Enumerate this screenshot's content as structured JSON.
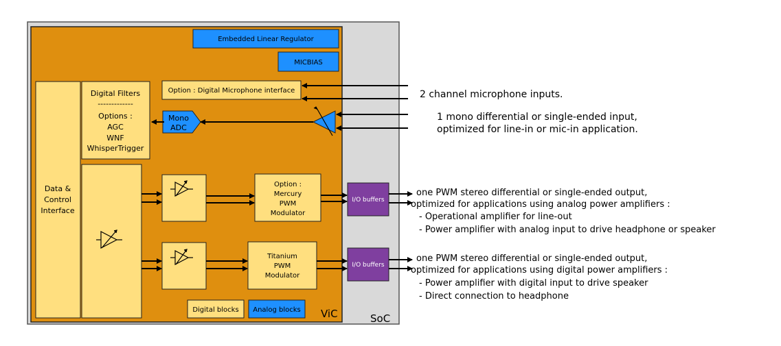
{
  "soc": {
    "label": "SoC"
  },
  "vic": {
    "label": "ViC"
  },
  "blocks": {
    "regulator": "Embedded Linear Regulator",
    "micbias": "MICBIAS",
    "dmic": "Option : Digital Microphone interface",
    "digital_filters": {
      "title": "Digital Filters",
      "separator": "-------------",
      "options": "Options :",
      "agc": "AGC",
      "wnf": "WNF",
      "whisper": "WhisperTrigger"
    },
    "mono_adc": {
      "line1": "Mono",
      "line2": "ADC"
    },
    "data_control": {
      "line1": "Data &",
      "line2": "Control",
      "line3": "Interface"
    },
    "mercury": {
      "line1": "Option :",
      "line2": "Mercury",
      "line3": "PWM",
      "line4": "Modulator"
    },
    "titanium": {
      "line1": "Titanium",
      "line2": "PWM",
      "line3": "Modulator"
    },
    "io_buffers_1": "I/O buffers",
    "io_buffers_2": "I/O buffers"
  },
  "legend": {
    "digital": "Digital blocks",
    "analog": "Analog blocks"
  },
  "annotations": {
    "mic_inputs": "2 channel microphone inputs.",
    "mono_line1": "1 mono differential or single-ended input,",
    "mono_line2": "optimized for line-in or mic-in application.",
    "pwm1": [
      "one PWM stereo differential or single-ended output,",
      "optimized for applications using analog power amplifiers :",
      "- Operational amplifier for line-out",
      "- Power amplifier with analog input to drive headphone or speaker"
    ],
    "pwm2": [
      "one PWM stereo differential or single-ended output,",
      "optimized for applications using digital power amplifiers :",
      "- Power amplifier with digital input to drive speaker",
      "- Direct connection to headphone"
    ]
  },
  "colors": {
    "soc_bg": "#d9d9d9",
    "vic_bg": "#df8f0f",
    "digital": "#ffdf7f",
    "analog": "#1e90ff",
    "io": "#7f3f9f"
  }
}
